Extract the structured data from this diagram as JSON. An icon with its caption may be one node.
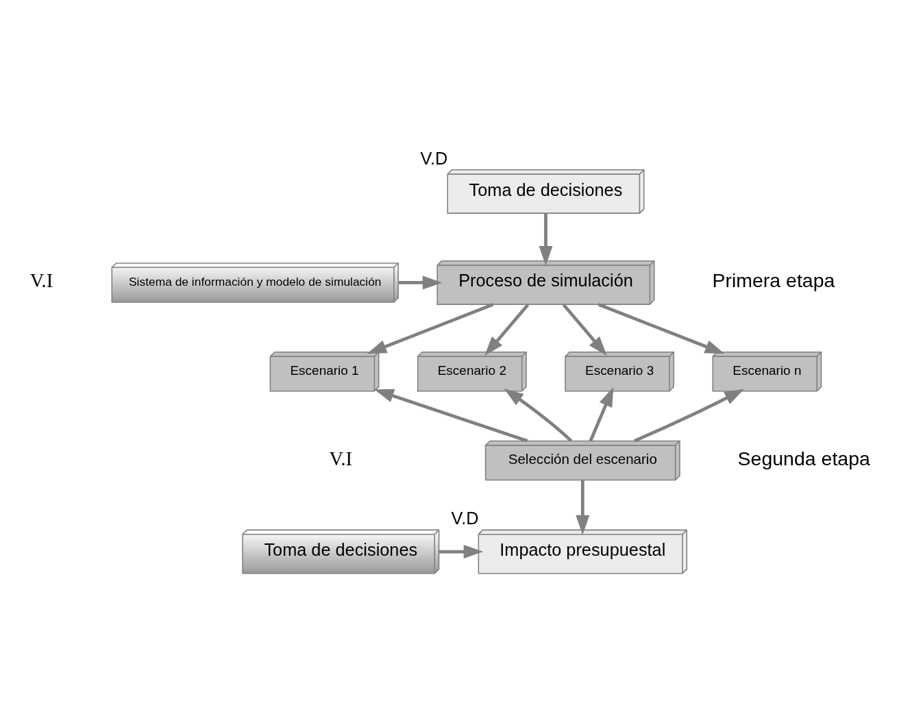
{
  "diagram": {
    "nodes": [
      {
        "text": [
          "Toma de decisiones"
        ],
        "beside": [
          "V.D"
        ]
      },
      {
        "text": [
          "Proceso de simulación"
        ]
      },
      {
        "text": [
          "Sistema de información y modelo de simulación"
        ]
      },
      {
        "text": [
          "Escenario 1"
        ]
      },
      {
        "text": [
          "Escenario 2"
        ]
      },
      {
        "text": [
          "Escenario 3"
        ]
      },
      {
        "text": [
          "Escenario n"
        ]
      },
      {
        "text": [
          "Selección del escenario"
        ]
      },
      {
        "text": [
          "Toma de decisiones"
        ]
      },
      {
        "text": [
          "Impacto presupuestal"
        ],
        "beside": [
          "V.D"
        ]
      }
    ],
    "edges": [
      {
        "from": 0,
        "to": 1,
        "arrow": "to"
      },
      {
        "from": 2,
        "to": 1,
        "arrow": "to"
      },
      {
        "from": 1,
        "to": 3,
        "arrow": "to"
      },
      {
        "from": 1,
        "to": 4,
        "arrow": "to"
      },
      {
        "from": 1,
        "to": 5,
        "arrow": "to"
      },
      {
        "from": 1,
        "to": 6,
        "arrow": "to"
      },
      {
        "from": 7,
        "to": 3,
        "arrow": "to"
      },
      {
        "from": 7,
        "to": 4,
        "arrow": "to"
      },
      {
        "from": 7,
        "to": 5,
        "arrow": "to"
      },
      {
        "from": 7,
        "to": 6,
        "arrow": "to"
      },
      {
        "from": 7,
        "to": 9,
        "arrow": "to"
      },
      {
        "from": 8,
        "to": 9,
        "arrow": "to"
      }
    ],
    "labels": [
      "V.I",
      "V.I",
      "Primera etapa",
      "Segunda etapa"
    ]
  }
}
